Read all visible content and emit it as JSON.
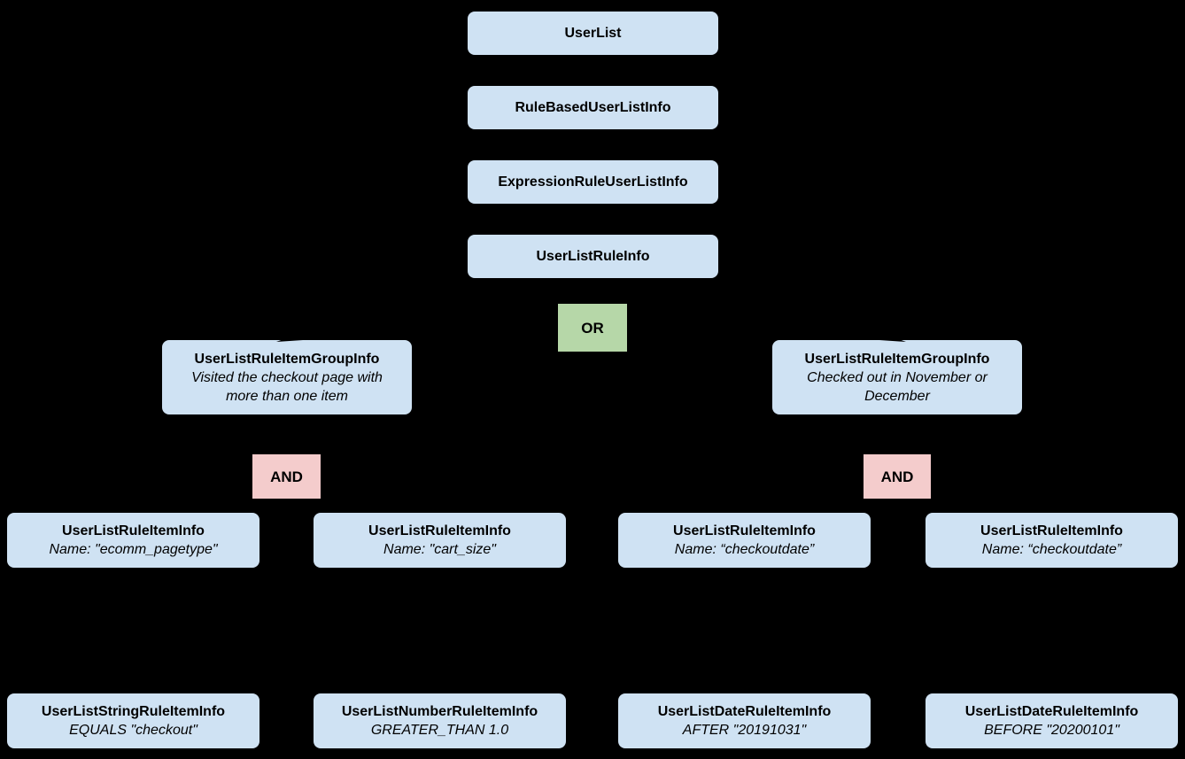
{
  "colors": {
    "background": "#000000",
    "class_box_fill": "#cfe2f3",
    "or_box_fill": "#b6d7a8",
    "and_box_fill": "#f4cccc",
    "text": "#000000"
  },
  "chain": [
    {
      "title": "UserList"
    },
    {
      "title": "RuleBasedUserListInfo"
    },
    {
      "title": "ExpressionRuleUserListInfo"
    },
    {
      "title": "UserListRuleInfo"
    }
  ],
  "or_operator": {
    "label": "OR"
  },
  "groups": {
    "left": {
      "title": "UserListRuleItemGroupInfo",
      "note": "Visited the checkout page with more than one item",
      "and_label": "AND"
    },
    "right": {
      "title": "UserListRuleItemGroupInfo",
      "note": "Checked out in November or December",
      "and_label": "AND"
    }
  },
  "rule_items": [
    {
      "title": "UserListRuleItemInfo",
      "note": "Name: \"ecomm_pagetype\""
    },
    {
      "title": "UserListRuleItemInfo",
      "note": "Name: \"cart_size\""
    },
    {
      "title": "UserListRuleItemInfo",
      "note": "Name: “checkoutdate”"
    },
    {
      "title": "UserListRuleItemInfo",
      "note": "Name: “checkoutdate”"
    }
  ],
  "leaf_items": [
    {
      "title": "UserListStringRuleItemInfo",
      "note": "EQUALS \"checkout\""
    },
    {
      "title": "UserListNumberRuleItemInfo",
      "note": "GREATER_THAN 1.0"
    },
    {
      "title": "UserListDateRuleItemInfo",
      "note": "AFTER \"20191031\""
    },
    {
      "title": "UserListDateRuleItemInfo",
      "note": "BEFORE \"20200101\""
    }
  ]
}
